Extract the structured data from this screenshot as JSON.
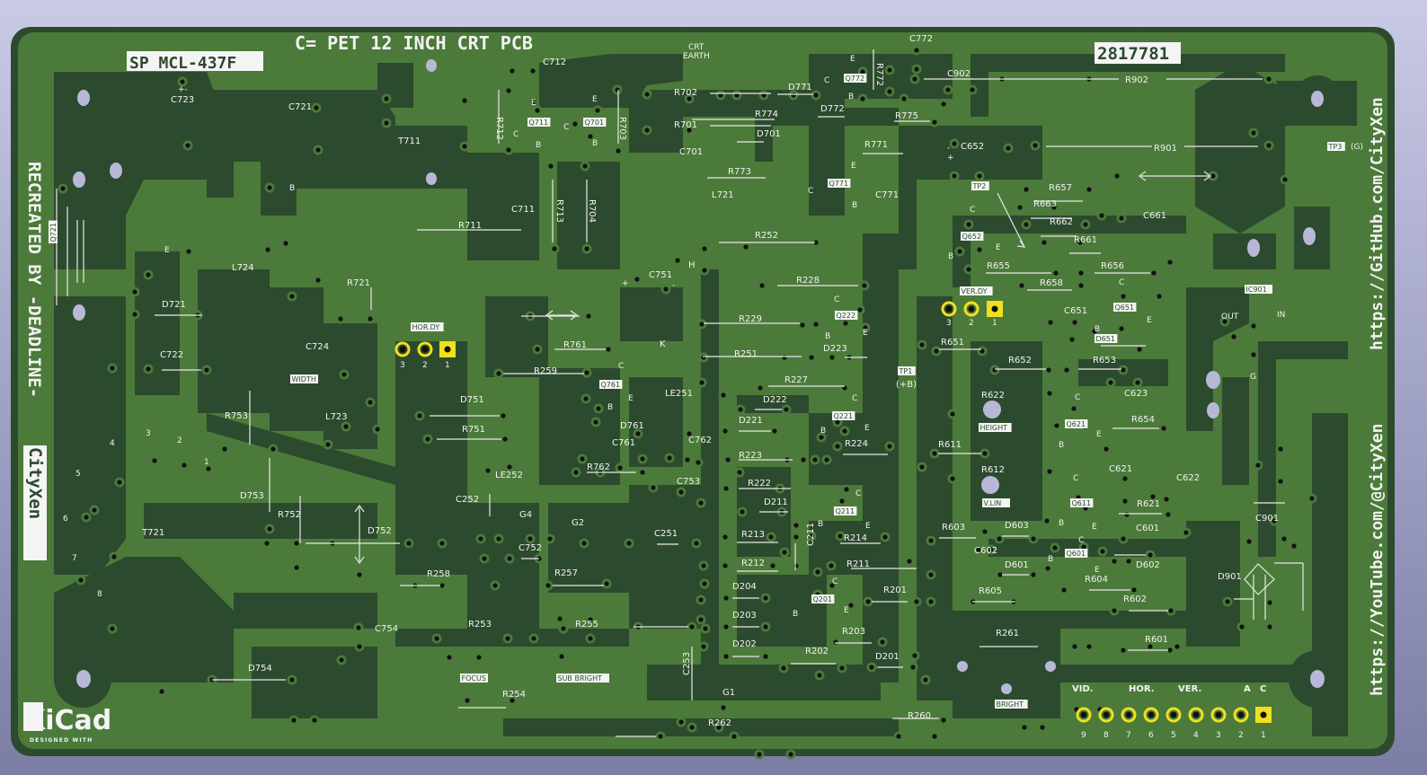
{
  "window": {
    "title": "C= PET 12 INCH CRT PCB"
  },
  "board": {
    "title": "C= PET 12 INCH CRT PCB",
    "part_number_label": "SP MCL-437F",
    "serial": "2817781",
    "credit_vertical": "RECREATED BY -DEADLINE-",
    "credit_brand": "CityXen",
    "url_github": "https://GitHub.com/CityXen",
    "url_youtube": "https://YouTube.com/@CityXen",
    "kicad_logo": "KiCad",
    "kicad_tagline": "DESIGNED WITH",
    "crt_earth": [
      "CRT",
      "EARTH"
    ],
    "colors": {
      "substrate": "#2c4a2e",
      "copper": "#4c7a3a",
      "silk": "#f2f2f2",
      "pad_gold": "#f0e020",
      "background": "#c9cae6"
    }
  },
  "connectors": {
    "hor_dy": {
      "label": "HOR.DY",
      "pins": [
        "3",
        "2",
        "1"
      ]
    },
    "ver_dy": {
      "label": "VER.DY",
      "pins": [
        "3",
        "2",
        "1"
      ]
    },
    "main": {
      "groups": [
        "VID.",
        "HOR.",
        "VER.",
        "A",
        "C"
      ],
      "pins": [
        "9",
        "8",
        "7",
        "6",
        "5",
        "4",
        "3",
        "2",
        "1"
      ]
    }
  },
  "test_points": {
    "tp1": "TP1",
    "tp1_note": "(+B)",
    "tp2": "TP2",
    "tp3": "TP3",
    "tp3_note": "(G)"
  },
  "ic": {
    "name": "IC901",
    "out": "OUT",
    "in": "IN",
    "g": "G"
  },
  "pots": {
    "width": "WIDTH",
    "height": "HEIGHT",
    "vlin": "V.LIN",
    "focus": "FOCUS",
    "sub_bright": "SUB BRIGHT",
    "bright": "BRIGHT"
  },
  "transformer_pins": [
    "1",
    "2",
    "3",
    "4",
    "5",
    "6",
    "7",
    "8"
  ],
  "gpins": {
    "g1": "G1",
    "g2": "G2",
    "g4": "G4",
    "h": "H",
    "k": "K"
  },
  "components": [
    {
      "ref": "C712"
    },
    {
      "ref": "C723"
    },
    {
      "ref": "C721"
    },
    {
      "ref": "T711"
    },
    {
      "ref": "R712"
    },
    {
      "ref": "Q711"
    },
    {
      "ref": "Q701"
    },
    {
      "ref": "R703"
    },
    {
      "ref": "R702"
    },
    {
      "ref": "R701"
    },
    {
      "ref": "C701"
    },
    {
      "ref": "C711"
    },
    {
      "ref": "R711"
    },
    {
      "ref": "R713"
    },
    {
      "ref": "R704"
    },
    {
      "ref": "D771"
    },
    {
      "ref": "D772"
    },
    {
      "ref": "R774"
    },
    {
      "ref": "Q772"
    },
    {
      "ref": "R772"
    },
    {
      "ref": "C772"
    },
    {
      "ref": "C902"
    },
    {
      "ref": "R902"
    },
    {
      "ref": "R775"
    },
    {
      "ref": "D701"
    },
    {
      "ref": "R771"
    },
    {
      "ref": "R773"
    },
    {
      "ref": "Q771"
    },
    {
      "ref": "C771"
    },
    {
      "ref": "L721"
    },
    {
      "ref": "R252"
    },
    {
      "ref": "R901"
    },
    {
      "ref": "C652"
    },
    {
      "ref": "R657"
    },
    {
      "ref": "R663"
    },
    {
      "ref": "C661"
    },
    {
      "ref": "R662"
    },
    {
      "ref": "R661"
    },
    {
      "ref": "Q652"
    },
    {
      "ref": "R655"
    },
    {
      "ref": "R656"
    },
    {
      "ref": "R658"
    },
    {
      "ref": "Q721"
    },
    {
      "ref": "L724"
    },
    {
      "ref": "R721"
    },
    {
      "ref": "D721"
    },
    {
      "ref": "C724"
    },
    {
      "ref": "C722"
    },
    {
      "ref": "R753"
    },
    {
      "ref": "L723"
    },
    {
      "ref": "D753"
    },
    {
      "ref": "R752"
    },
    {
      "ref": "T721"
    },
    {
      "ref": "D752"
    },
    {
      "ref": "C751"
    },
    {
      "ref": "R228"
    },
    {
      "ref": "R229"
    },
    {
      "ref": "Q222"
    },
    {
      "ref": "R761"
    },
    {
      "ref": "R259"
    },
    {
      "ref": "Q761"
    },
    {
      "ref": "R251"
    },
    {
      "ref": "D223"
    },
    {
      "ref": "R227"
    },
    {
      "ref": "D751"
    },
    {
      "ref": "R751"
    },
    {
      "ref": "LE251"
    },
    {
      "ref": "D222"
    },
    {
      "ref": "D221"
    },
    {
      "ref": "Q221"
    },
    {
      "ref": "D761"
    },
    {
      "ref": "C761"
    },
    {
      "ref": "C762"
    },
    {
      "ref": "R224"
    },
    {
      "ref": "R223"
    },
    {
      "ref": "R762"
    },
    {
      "ref": "LE252"
    },
    {
      "ref": "C753"
    },
    {
      "ref": "R222"
    },
    {
      "ref": "C252"
    },
    {
      "ref": "D211"
    },
    {
      "ref": "Q211"
    },
    {
      "ref": "C251"
    },
    {
      "ref": "R213"
    },
    {
      "ref": "R214"
    },
    {
      "ref": "C211"
    },
    {
      "ref": "C752"
    },
    {
      "ref": "R212"
    },
    {
      "ref": "R211"
    },
    {
      "ref": "R258"
    },
    {
      "ref": "R257"
    },
    {
      "ref": "D204"
    },
    {
      "ref": "R201"
    },
    {
      "ref": "Q201"
    },
    {
      "ref": "D203"
    },
    {
      "ref": "R203"
    },
    {
      "ref": "R253"
    },
    {
      "ref": "R255"
    },
    {
      "ref": "C754"
    },
    {
      "ref": "D202"
    },
    {
      "ref": "R202"
    },
    {
      "ref": "D201"
    },
    {
      "ref": "D754"
    },
    {
      "ref": "R254"
    },
    {
      "ref": "C253"
    },
    {
      "ref": "R262"
    },
    {
      "ref": "R260"
    },
    {
      "ref": "R261"
    },
    {
      "ref": "R651"
    },
    {
      "ref": "C651"
    },
    {
      "ref": "Q651"
    },
    {
      "ref": "D651"
    },
    {
      "ref": "R652"
    },
    {
      "ref": "R653"
    },
    {
      "ref": "R622"
    },
    {
      "ref": "C623"
    },
    {
      "ref": "Q621"
    },
    {
      "ref": "R654"
    },
    {
      "ref": "R611"
    },
    {
      "ref": "R612"
    },
    {
      "ref": "C621"
    },
    {
      "ref": "C622"
    },
    {
      "ref": "Q611"
    },
    {
      "ref": "R621"
    },
    {
      "ref": "C901"
    },
    {
      "ref": "R603"
    },
    {
      "ref": "D603"
    },
    {
      "ref": "C601"
    },
    {
      "ref": "C602"
    },
    {
      "ref": "Q601"
    },
    {
      "ref": "D602"
    },
    {
      "ref": "D601"
    },
    {
      "ref": "R604"
    },
    {
      "ref": "D901"
    },
    {
      "ref": "R605"
    },
    {
      "ref": "R602"
    },
    {
      "ref": "R601"
    }
  ],
  "pin_letters": {
    "b": "B",
    "c": "C",
    "e": "E",
    "plus": "+",
    "minus": "-",
    "pm": "+-"
  }
}
